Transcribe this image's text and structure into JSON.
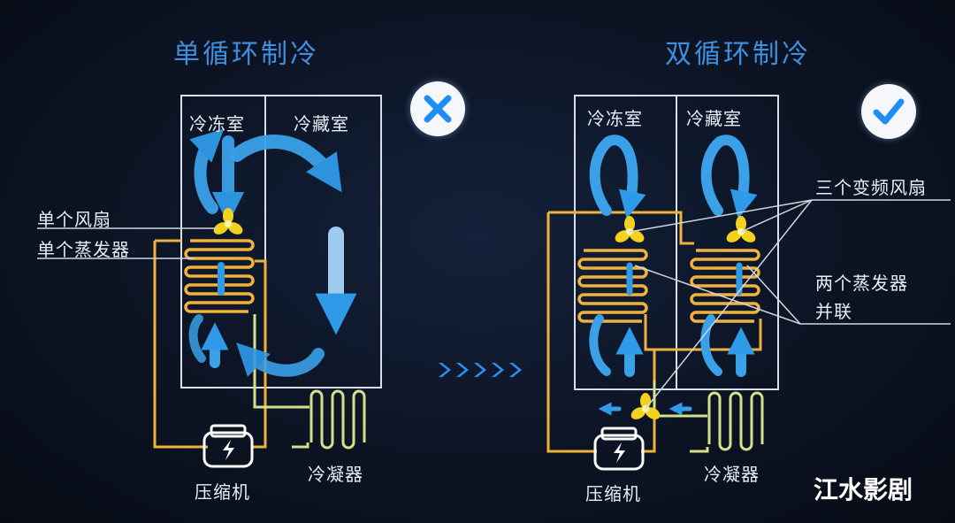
{
  "left": {
    "title": "单循环制冷",
    "freezer": "冷冻室",
    "fridge": "冷藏室",
    "fan_label": "单个风扇",
    "evap_label": "单个蒸发器",
    "compressor": "压缩机",
    "condenser": "冷凝器",
    "status_icon": "cross-icon"
  },
  "right": {
    "title": "双循环制冷",
    "freezer": "冷冻室",
    "fridge": "冷藏室",
    "fan_label": "三个变频风扇",
    "evap_label_1": "两个蒸发器",
    "evap_label_2": "并联",
    "compressor": "压缩机",
    "condenser": "冷凝器",
    "status_icon": "check-icon"
  },
  "watermark": "江水影剧",
  "colors": {
    "title": "#3f8ee0",
    "airflow": "#3aa0e8",
    "pipe": "#f0b23c",
    "condenser_pipe": "#d6e08a",
    "fan": "#f2d21e",
    "cross": "#1f8ef0",
    "check": "#1f8ef0"
  }
}
